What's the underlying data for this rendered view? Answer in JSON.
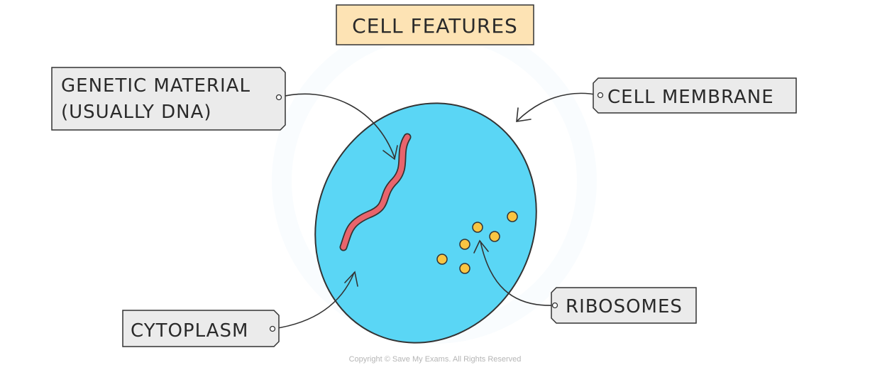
{
  "title": "CELL FEATURES",
  "labels": {
    "genetic_material_line1": "GENETIC MATERIAL",
    "genetic_material_line2": "(USUALLY DNA)",
    "cell_membrane": "CELL MEMBRANE",
    "cytoplasm": "CYTOPLASM",
    "ribosomes": "RIBOSOMES"
  },
  "copyright": "Copyright © Save My Exams. All Rights Reserved",
  "colors": {
    "title_box": "#fde3b4",
    "label_box": "#ebebeb",
    "cell_fill": "#5ad6f5",
    "dna": "#e8646c",
    "ribosome": "#f9c542",
    "outline": "#333333"
  }
}
